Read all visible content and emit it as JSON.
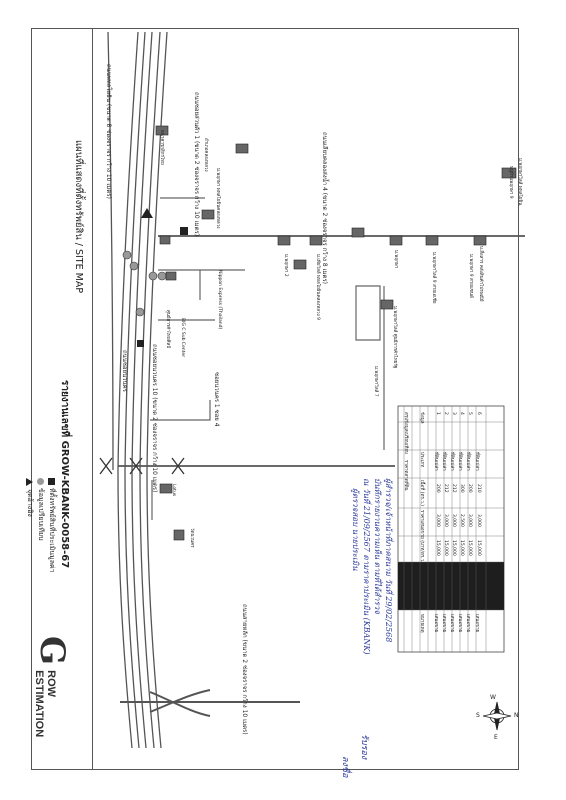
{
  "sheet": {
    "title": "รายงานเลขที่ GROW-KBANK-0058-67",
    "subtitle": "แผนที่แสดงที่ตั้งทรัพย์สิน / SITE MAP",
    "logo": {
      "letter": "G",
      "word_top": "ROW",
      "word_bottom": "ESTIMATION"
    }
  },
  "legend": [
    {
      "symbol": "square",
      "label": "ที่ตั้งทรัพย์สินที่ประเมินมูลค่า"
    },
    {
      "symbol": "circle",
      "label": "ข้อมูลเปรียบเทียบ"
    },
    {
      "symbol": "triangle",
      "label": "จุดอ้างอิง"
    }
  ],
  "roads": [
    {
      "id": "r1",
      "label": "ถนนพหลโยธิน (ขนาด 8 ช่องจราจร กว้าง 10 เมตร)"
    },
    {
      "id": "r2",
      "label": "ถนนซอยส่วนตัว 1 (ขนาด 2 ช่องจราจร กว้าง 10 เมตร)"
    },
    {
      "id": "r3",
      "label": "ถนนเลียบคลองส่งน้ำ 4 (ขนาด 2 ช่องจราจร กว้าง 8 เมตร)"
    },
    {
      "id": "r4",
      "label": "ถนนซอยนวนคร 10 (ขนาด 2 ช่องจราจร กว้าง 10 เมตร)"
    },
    {
      "id": "r5",
      "label": "ถนนสายหลัก (ขนาด 2 ช่องจราจร กว้าง 10 เมตร)"
    },
    {
      "id": "r6",
      "label": "ถนนซอยส่วนตัว 2 (ขนาดเล็ก ขนาด 6 เมตร)"
    },
    {
      "id": "r7",
      "label": "ถนนซอยนวนคร"
    },
    {
      "id": "r8",
      "label": "ซอยนวนคร 1 ซอย 4"
    }
  ],
  "places": [
    {
      "id": "p1",
      "label": "ม.พฤกษาวิลล์ พหลโยธิน"
    },
    {
      "id": "p2",
      "label": "หมู่บ้านพฤกษา 9"
    },
    {
      "id": "p3",
      "label": "บ.สื่อสาร คลังสินค้าไปรษณีย์"
    },
    {
      "id": "p4",
      "label": "ม.พฤกษา พหลโยธินคลองหลวง"
    },
    {
      "id": "p5",
      "label": "ม.พฤกษา 9 สายแซนด์"
    },
    {
      "id": "p6",
      "label": "ม.พฤกษาวิลล์ 9 สายเอเชีย"
    },
    {
      "id": "p7",
      "label": "ม.พฤกษาวิลล์ ศูนย์การค้าไทยรัฐ"
    },
    {
      "id": "p8",
      "label": "ม.เพียวิลล์ พหลโยธินคลองหลวง 9"
    },
    {
      "id": "p9",
      "label": "ม.พฤกษา 2"
    },
    {
      "id": "p10",
      "label": "ม.พฤกษา"
    },
    {
      "id": "p11",
      "label": "ม.พฤกษาวิลล์ 7"
    },
    {
      "id": "p12",
      "label": "Nippon Express (Thailand)"
    },
    {
      "id": "p13",
      "label": "BIG C Sub Center"
    },
    {
      "id": "p14",
      "label": "Lotus"
    },
    {
      "id": "p15",
      "label": "วัดนวนคร"
    },
    {
      "id": "p16",
      "label": "ศูนย์การค้าไทยศิลป์"
    },
    {
      "id": "p17",
      "label": "ทางแยกนวนคร"
    },
    {
      "id": "p18",
      "label": "ปั๊ม ปตท."
    },
    {
      "id": "p19",
      "label": "ธนาคารกสิกรไทย"
    },
    {
      "id": "p20",
      "label": "อำเภอคลองหลวง"
    }
  ],
  "table": {
    "title_left": "สรุปข้อมูลเปรียบเทียบ",
    "title_right": "ราคาตลาดที่ดิน",
    "headers": [
      "ข้อมูล",
      "ประเภท",
      "เนื้อที่ (ตร.ว.)",
      "ราคาเสนอขาย (บาท/ตร.ว.)",
      "ระยะห่าง",
      "หมายเหตุ"
    ],
    "rows": [
      [
        "1",
        "ที่ดินเปล่า",
        "200",
        "3,000",
        "15,000",
        "เสนอขาย"
      ],
      [
        "2",
        "ที่ดินเปล่า",
        "212",
        "3,000",
        "15,000",
        "เสนอขาย"
      ],
      [
        "3",
        "ที่ดินเปล่า",
        "212",
        "3,000",
        "15,000",
        "เสนอขาย"
      ],
      [
        "4",
        "ที่ดินเปล่า",
        "300",
        "2,500",
        "15,000",
        "เสนอขาย"
      ],
      [
        "5",
        "ที่ดินเปล่า",
        "200",
        "3,000",
        "15,000",
        "เสนอขาย"
      ],
      [
        "6",
        "ที่ดินเปล่า",
        "210",
        "3,000",
        "15,000",
        "เสนอขาย"
      ]
    ]
  },
  "handwriting": {
    "line1": "ผู้สำรวจ/เจ้าหน้าที่ภาคสนาม  วันที่ 29/02/2568",
    "line2": "บันทึกรายงานความเห็น ตามที่ได้สำรวจ",
    "line3": "ณ วันที่ 21/09/2567 ตามราคาประเมิน (KBANK)",
    "line4": "ผู้ตรวจสอบ นายประเมิน",
    "sig1": "รับรอง",
    "sig2": "ลงชื่อ"
  },
  "compass": {
    "n": "N",
    "s": "S",
    "e": "E",
    "w": "W"
  },
  "colors": {
    "line": "#444444",
    "road": "#555555",
    "ink": "#2f3d9c",
    "table_dark": "#1e1e1e"
  }
}
